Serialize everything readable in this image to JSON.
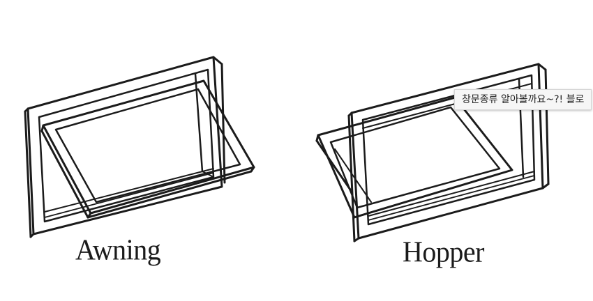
{
  "captions": {
    "awning": "Awning",
    "hopper": "Hopper"
  },
  "tooltip": {
    "text": "창문종류 알아볼까요~?! 블로"
  },
  "colors": {
    "line": "#1b1b1b",
    "background": "#ffffff",
    "tooltip_bg": "#f6f6f6"
  }
}
